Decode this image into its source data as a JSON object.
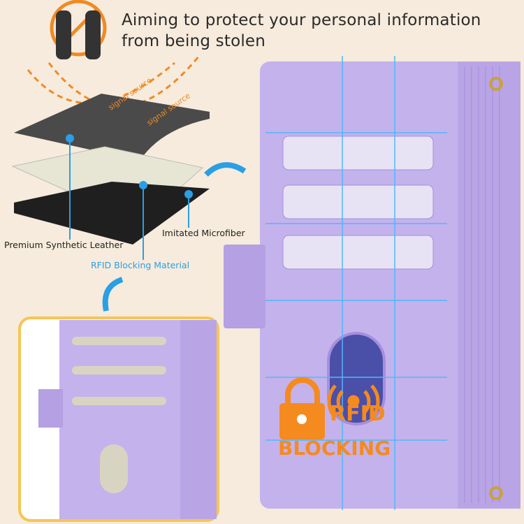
{
  "headline": {
    "line1": "Aiming to protect your personal information",
    "line2": "from being stolen"
  },
  "signal_labels": [
    "signal source",
    "signal source"
  ],
  "layers": {
    "top": "Premium Synthetic Leather",
    "middle": "RFID Blocking Material",
    "bottom": "Imitated Microfiber"
  },
  "badge": {
    "line1": "RFID",
    "line2": "BLOCKING",
    "icon": "padlock-icon",
    "signal_icon": "wireless-signal-icon"
  },
  "colors": {
    "accent_blue": "#2a9fe6",
    "signal_orange": "#f08a24",
    "case_purple": "#c4b2ec",
    "background": "#f6ebdc"
  }
}
